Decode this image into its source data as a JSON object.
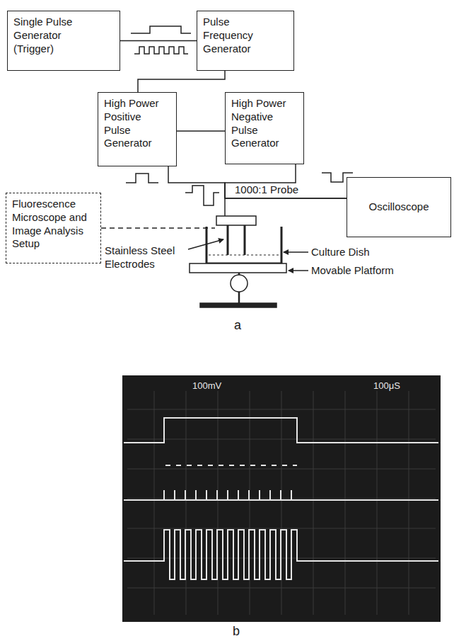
{
  "diagram": {
    "nodes": [
      {
        "text": [
          "Single Pulse Generator (Trigger)"
        ]
      },
      {
        "text": [
          "Pulse Frequency Generator"
        ]
      },
      {
        "text": [
          "High Power Positive Pulse Generator"
        ]
      },
      {
        "text": [
          "High Power Negative Pulse Generator"
        ]
      },
      {
        "text": [
          "Fluorescence Microscope and Image Analysis Setup"
        ]
      },
      {
        "text": [
          "Oscilloscope"
        ]
      }
    ],
    "edges": [
      {
        "from": 0,
        "to": 1,
        "arrow": "none"
      },
      {
        "from": 1,
        "to": 2,
        "arrow": "none"
      },
      {
        "from": 2,
        "to": 3,
        "arrow": "none"
      },
      {
        "from": 2,
        "to": 5,
        "label": "1000:1 Probe",
        "arrow": "none"
      },
      {
        "from": 3,
        "to": 5,
        "arrow": "none"
      }
    ],
    "labels": [
      "Stainless Steel Electrodes",
      "Culture Dish",
      "Movable Platform",
      "a",
      "100mV",
      "100μS",
      "b"
    ]
  }
}
